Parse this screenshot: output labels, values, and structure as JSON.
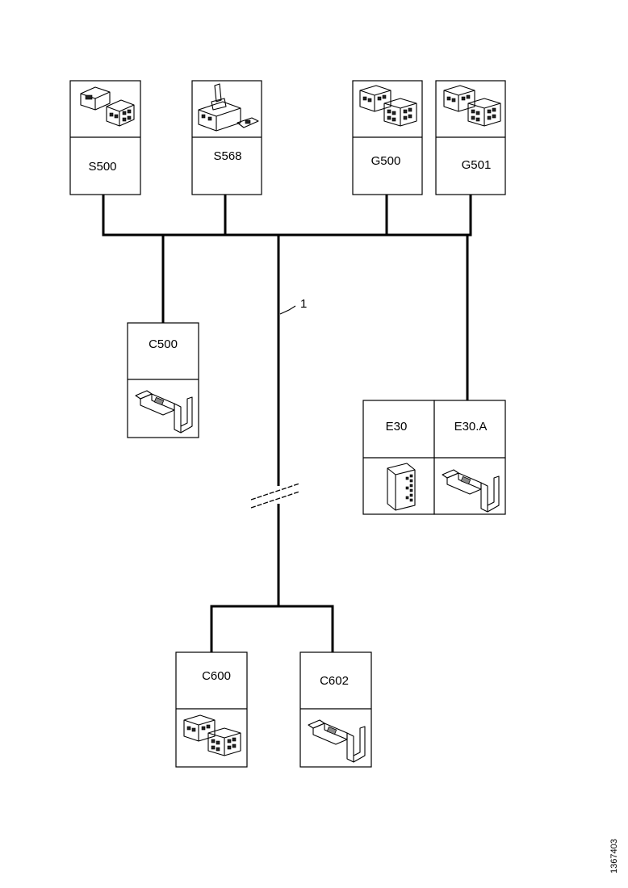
{
  "connectors": {
    "s500": {
      "label": "S500",
      "icon": "switch-connector-icon"
    },
    "s568": {
      "label": "S568",
      "icon": "toggle-switch-connector-icon"
    },
    "g500": {
      "label": "G500",
      "icon": "multi-pin-connector-icon"
    },
    "g501": {
      "label": "G501",
      "icon": "multi-pin-connector-icon"
    },
    "c500": {
      "label": "C500",
      "icon": "terminal-pin-icon"
    },
    "e30": {
      "label": "E30",
      "icon": "module-connector-icon"
    },
    "e30a": {
      "label": "E30.A",
      "icon": "terminal-pin-icon"
    },
    "c600": {
      "label": "C600",
      "icon": "multi-pin-connector-icon"
    },
    "c602": {
      "label": "C602",
      "icon": "terminal-pin-icon"
    }
  },
  "harness": {
    "callout": "1"
  },
  "figure_id": "1367403"
}
